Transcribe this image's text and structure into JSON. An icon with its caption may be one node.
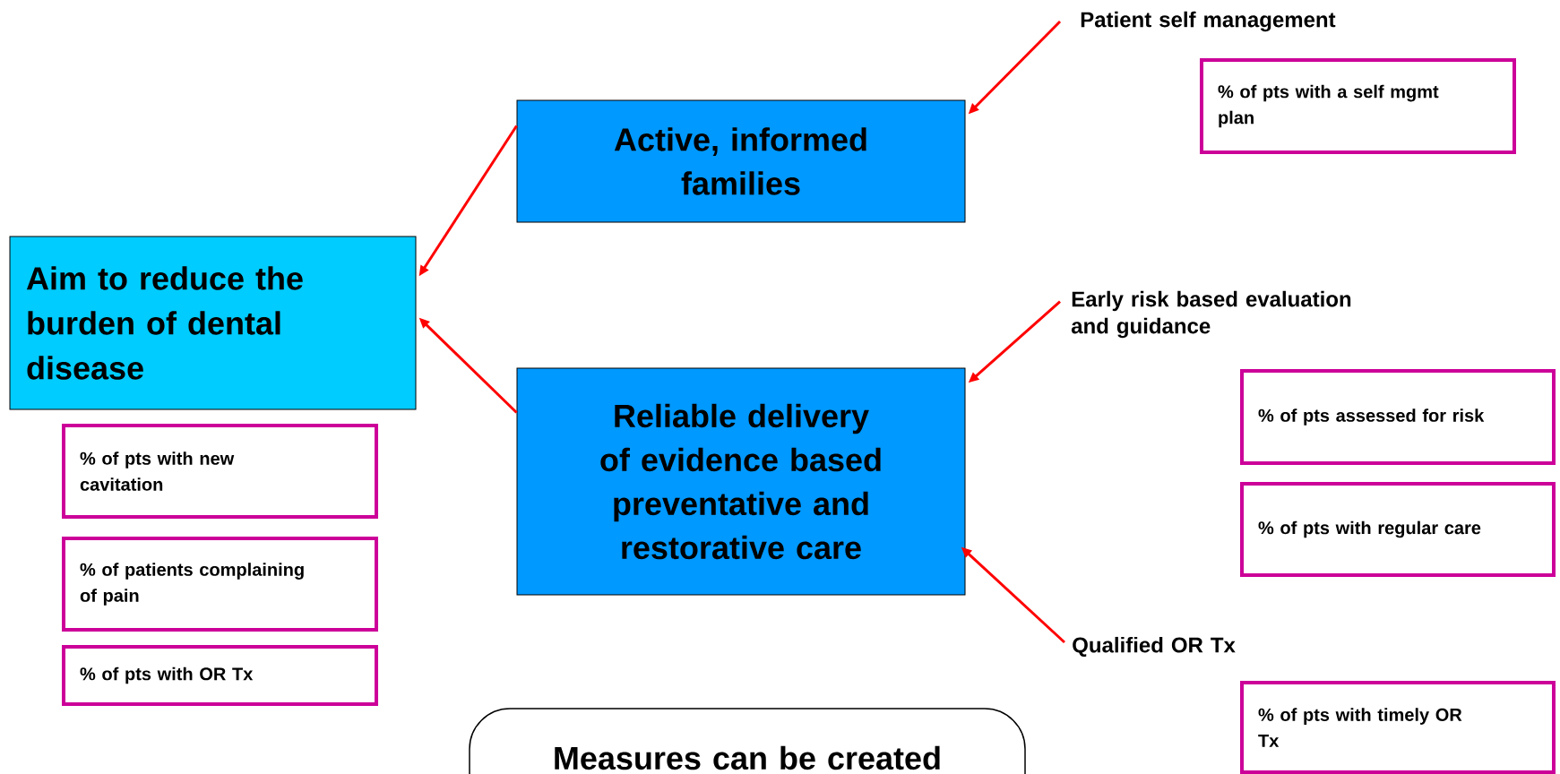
{
  "diagram": {
    "nodes": [
      {
        "text": [
          "Aim to reduce the burden of dental disease"
        ]
      },
      {
        "text": [
          "Active, informed families"
        ]
      },
      {
        "text": [
          "Reliable delivery of evidence based preventative and restorative care"
        ]
      },
      {
        "text": [
          "Patient self management"
        ]
      },
      {
        "text": [
          "% of pts with a self mgmt plan"
        ]
      },
      {
        "text": [
          "Early risk based evaluation and guidance"
        ]
      },
      {
        "text": [
          "% of pts assessed for risk"
        ]
      },
      {
        "text": [
          "% of pts with regular care"
        ]
      },
      {
        "text": [
          "% of pts with new cavitation"
        ]
      },
      {
        "text": [
          "% of patients complaining of pain"
        ]
      },
      {
        "text": [
          "Qualified OR Tx"
        ]
      },
      {
        "text": [
          "% of pts with OR Tx"
        ]
      },
      {
        "text": [
          "% of pts with timely OR Tx"
        ]
      },
      {
        "text": [
          "Measures can be created"
        ]
      }
    ],
    "edges": [
      {
        "from": 1,
        "to": 0,
        "arrow": "to"
      },
      {
        "from": 2,
        "to": 0,
        "arrow": "to"
      },
      {
        "from": 3,
        "to": 1,
        "arrow": "to"
      },
      {
        "from": 5,
        "to": 2,
        "arrow": "to"
      },
      {
        "from": 10,
        "to": 2,
        "arrow": "to"
      }
    ]
  }
}
